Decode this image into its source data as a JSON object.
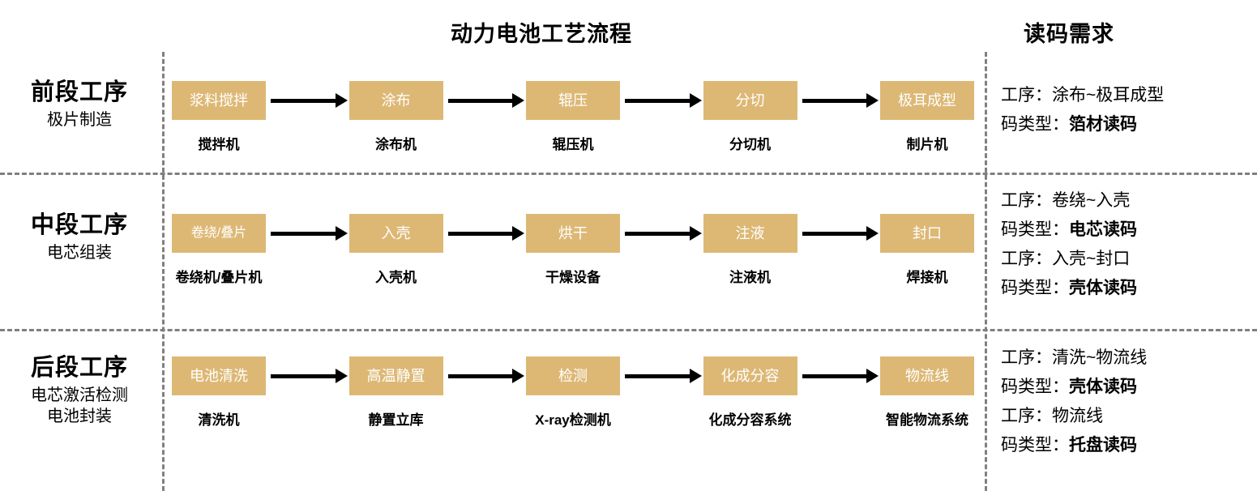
{
  "headers": {
    "main_title": "动力电池工艺流程",
    "right_title": "读码需求"
  },
  "stages": [
    {
      "title": "前段工序",
      "subtitle": "极片制造",
      "steps": [
        {
          "name": "浆料搅拌",
          "machine": "搅拌机"
        },
        {
          "name": "涂布",
          "machine": "涂布机"
        },
        {
          "name": "辊压",
          "machine": "辊压机"
        },
        {
          "name": "分切",
          "machine": "分切机"
        },
        {
          "name": "极耳成型",
          "machine": "制片机"
        }
      ],
      "requirements": [
        {
          "process_label": "工序：涂布~极耳成型",
          "code_label": "码类型：",
          "code_value": "箔材读码"
        }
      ]
    },
    {
      "title": "中段工序",
      "subtitle": "电芯组装",
      "steps": [
        {
          "name": "卷绕/叠片",
          "machine": "卷绕机/叠片机"
        },
        {
          "name": "入壳",
          "machine": "入壳机"
        },
        {
          "name": "烘干",
          "machine": "干燥设备"
        },
        {
          "name": "注液",
          "machine": "注液机"
        },
        {
          "name": "封口",
          "machine": "焊接机"
        }
      ],
      "requirements": [
        {
          "process_label": "工序：卷绕~入壳",
          "code_label": "码类型：",
          "code_value": "电芯读码"
        },
        {
          "process_label": "工序：入壳~封口",
          "code_label": "码类型：",
          "code_value": "壳体读码"
        }
      ]
    },
    {
      "title": "后段工序",
      "subtitle": "电芯激活检测\n电池封装",
      "steps": [
        {
          "name": "电池清洗",
          "machine": "清洗机"
        },
        {
          "name": "高温静置",
          "machine": "静置立库"
        },
        {
          "name": "检测",
          "machine": "X-ray检测机"
        },
        {
          "name": "化成分容",
          "machine": "化成分容系统"
        },
        {
          "name": "物流线",
          "machine": "智能物流系统"
        }
      ],
      "requirements": [
        {
          "process_label": "工序：清洗~物流线",
          "code_label": "码类型：",
          "code_value": "壳体读码"
        },
        {
          "process_label": "工序：物流线",
          "code_label": "码类型：",
          "code_value": "托盘读码"
        }
      ]
    }
  ],
  "colors": {
    "box_fill": "#DDB875",
    "box_text": "#FFFFFF",
    "divider": "#808080",
    "arrow": "#000000",
    "text": "#000000"
  }
}
